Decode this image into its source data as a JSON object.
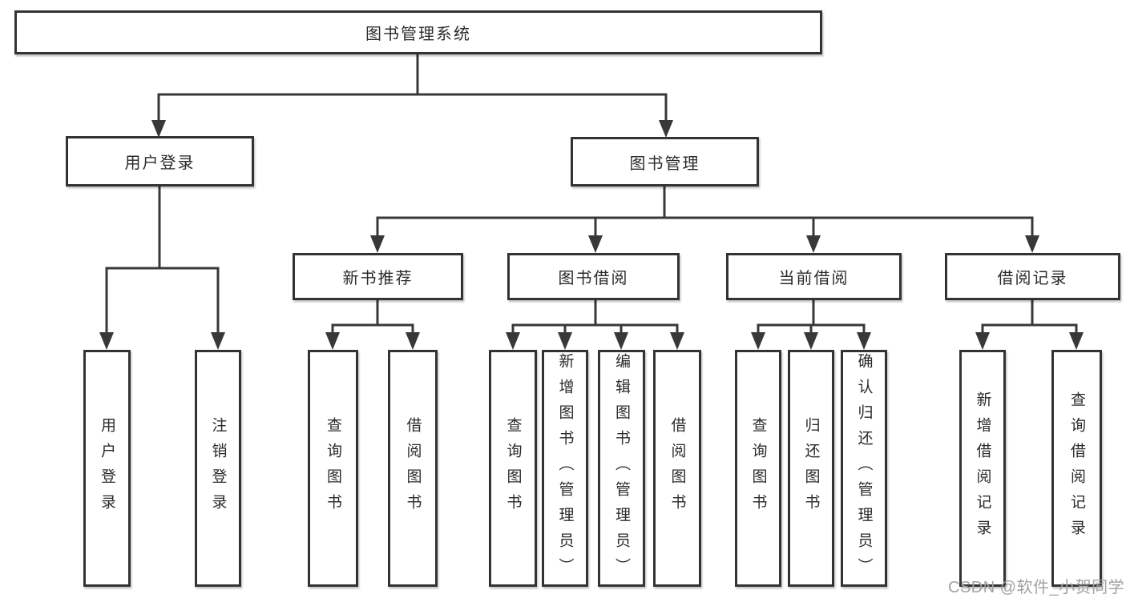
{
  "diagram": {
    "title": {
      "label": "图书管理系统"
    },
    "level2": [
      {
        "id": "user-login",
        "label": "用户登录",
        "parent": "图书管理系统"
      },
      {
        "id": "book-management",
        "label": "图书管理",
        "parent": "图书管理系统"
      }
    ],
    "level3": [
      {
        "id": "new-book-recommend",
        "label": "新书推荐",
        "parent": "图书管理"
      },
      {
        "id": "book-borrow",
        "label": "图书借阅",
        "parent": "图书管理"
      },
      {
        "id": "current-borrow",
        "label": "当前借阅",
        "parent": "图书管理"
      },
      {
        "id": "borrow-records",
        "label": "借阅记录",
        "parent": "图书管理"
      }
    ],
    "leaves": [
      {
        "label": "用户登录",
        "parent": "用户登录"
      },
      {
        "label": "注销登录",
        "parent": "用户登录"
      },
      {
        "label": "查询图书",
        "parent": "新书推荐"
      },
      {
        "label": "借阅图书",
        "parent": "新书推荐"
      },
      {
        "label": "查询图书",
        "parent": "图书借阅"
      },
      {
        "label": "新增图书（管理员）",
        "parent": "图书借阅"
      },
      {
        "label": "编辑图书（管理员）",
        "parent": "图书借阅"
      },
      {
        "label": "借阅图书",
        "parent": "图书借阅"
      },
      {
        "label": "查询图书",
        "parent": "当前借阅"
      },
      {
        "label": "归还图书",
        "parent": "当前借阅"
      },
      {
        "label": "确认归还（管理员）",
        "parent": "当前借阅"
      },
      {
        "label": "新增借阅记录",
        "parent": "借阅记录"
      },
      {
        "label": "查询借阅记录",
        "parent": "借阅记录"
      }
    ]
  },
  "watermark": {
    "text": "CSDN @软件_小贺同学"
  },
  "colors": {
    "line": "#383838",
    "box_border": "#333333",
    "text": "#2b2b2b",
    "watermark": "#a2a2a2",
    "background": "#ffffff"
  }
}
